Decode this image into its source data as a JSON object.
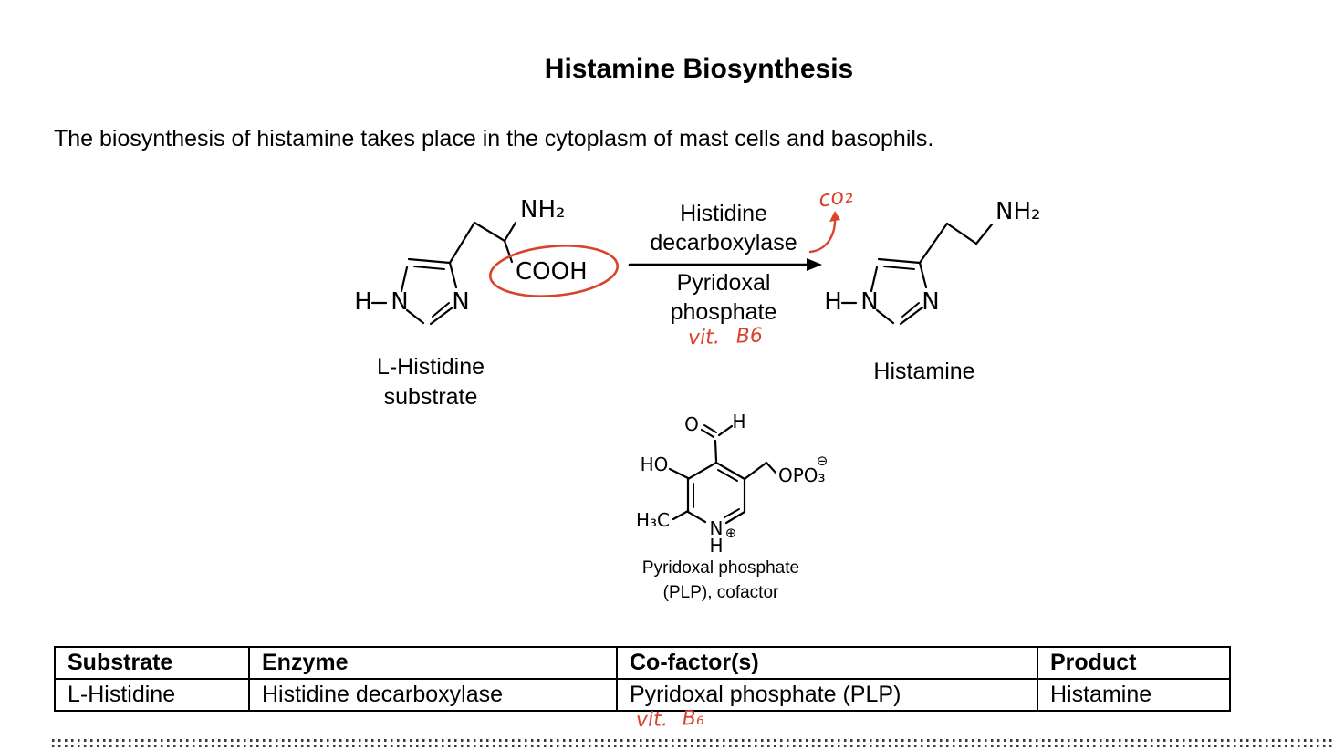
{
  "page": {
    "title": "Histamine Biosynthesis",
    "intro": "The biosynthesis of histamine takes place in the cytoplasm of mast cells and basophils."
  },
  "scheme": {
    "substrate": {
      "name_line1": "L-Histidine",
      "name_line2": "substrate",
      "atoms": {
        "amine": "NH₂",
        "carboxyl": "COOH",
        "h": "H",
        "n_left": "N",
        "n_right": "N"
      }
    },
    "arrow": {
      "enzyme_line1": "Histidine",
      "enzyme_line2": "decarboxylase",
      "cofactor_line1": "Pyridoxal",
      "cofactor_line2": "phosphate"
    },
    "product": {
      "name": "Histamine",
      "atoms": {
        "amine": "NH₂",
        "h": "H",
        "n_left": "N",
        "n_right": "N"
      }
    },
    "handwritten": {
      "co2": "co₂",
      "vit_arrow": "vit.",
      "b6_arrow": "B6",
      "vit_table": "vit.",
      "b6_table": "B₆"
    }
  },
  "plp": {
    "caption_line1": "Pyridoxal phosphate",
    "caption_line2": "(PLP), cofactor",
    "atoms": {
      "o": "O",
      "h_aldehyde": "H",
      "ho": "HO",
      "opo3": "OPO₃",
      "charge_minus": "⊖",
      "h3c": "H₃C",
      "n": "N",
      "charge_plus": "⊕",
      "h_n": "H"
    }
  },
  "table": {
    "headers": [
      "Substrate",
      "Enzyme",
      "Co-factor(s)",
      "Product"
    ],
    "rows": [
      [
        "L-Histidine",
        "Histidine decarboxylase",
        "Pyridoxal phosphate (PLP)",
        "Histamine"
      ]
    ]
  },
  "colors": {
    "ink": "#000000",
    "annotation_red": "#d9432b"
  }
}
